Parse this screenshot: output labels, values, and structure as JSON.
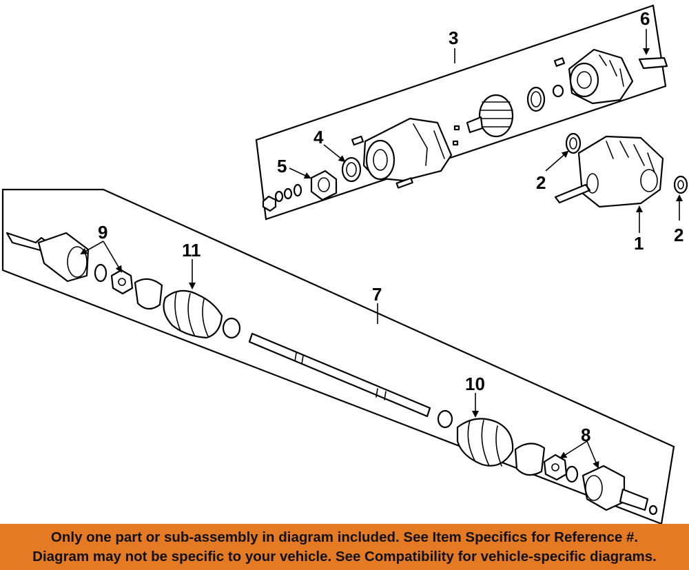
{
  "callouts": {
    "c1": "1",
    "c2a": "2",
    "c2b": "2",
    "c3": "3",
    "c4": "4",
    "c5": "5",
    "c6": "6",
    "c7": "7",
    "c8": "8",
    "c9": "9",
    "c10": "10",
    "c11": "11"
  },
  "banner": {
    "line1": "Only one part or sub-assembly in diagram included. See Item Specifics for Reference #.",
    "line2": "Diagram may not be specific to your vehicle. See Compatibility for vehicle-specific diagrams."
  },
  "colors": {
    "banner_bg": "#e57a25",
    "line": "#000000",
    "background": "#ffffff"
  }
}
